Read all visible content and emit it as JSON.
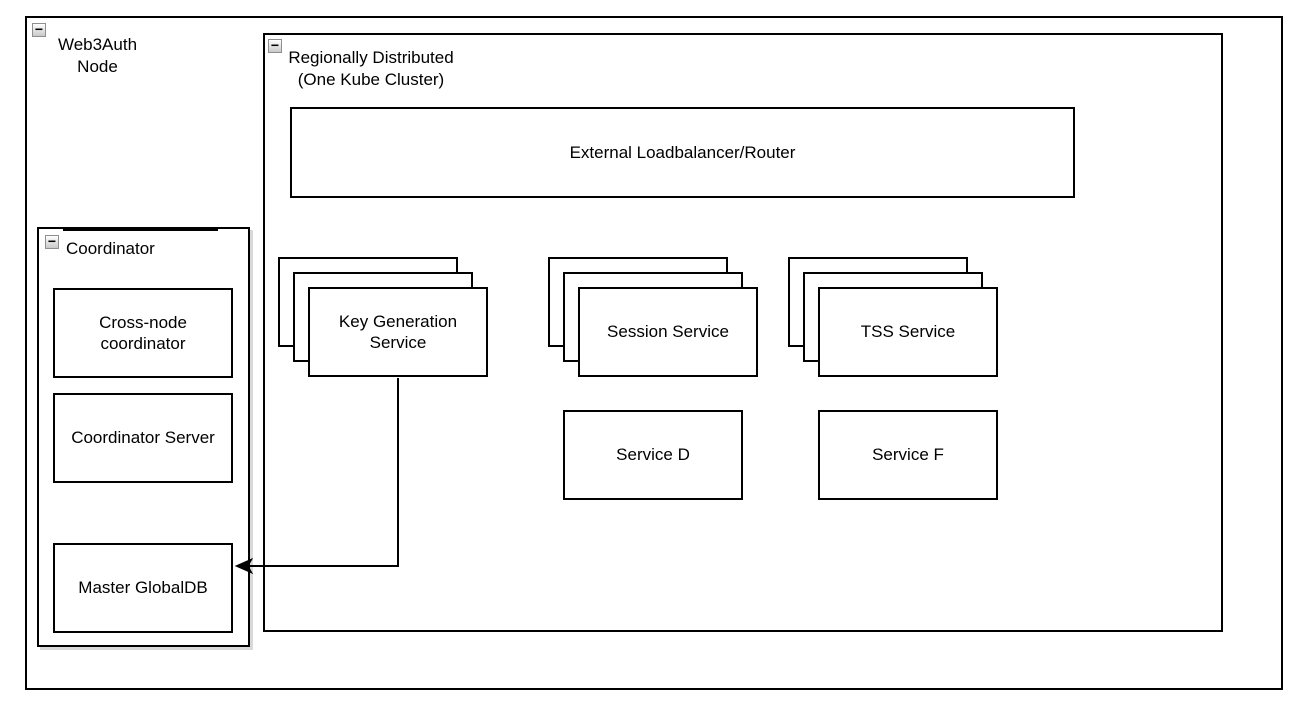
{
  "canvas": {
    "background": "#ffffff",
    "stroke_color": "#000000",
    "shadow_color": "#d9d9d9"
  },
  "icons": {
    "collapse_glyph": "−"
  },
  "groups": {
    "web3auth": {
      "label": "Web3Auth\nNode"
    },
    "regional": {
      "label": "Regionally Distributed\n(One Kube Cluster)"
    },
    "coordinator": {
      "label": "Coordinator"
    }
  },
  "nodes": {
    "loadbalancer": {
      "label": "External Loadbalancer/Router"
    },
    "keygen": {
      "label": "Key Generation\nService",
      "stacked_copies": 3
    },
    "session": {
      "label": "Session Service",
      "stacked_copies": 3
    },
    "tss": {
      "label": "TSS Service",
      "stacked_copies": 3
    },
    "service_d": {
      "label": "Service D"
    },
    "service_f": {
      "label": "Service F"
    },
    "cross_node": {
      "label": "Cross-node\ncoordinator"
    },
    "coordinator_server": {
      "label": "Coordinator Server"
    },
    "master_globaldb": {
      "label": "Master GlobalDB"
    }
  },
  "edges": [
    {
      "from": "Key Generation Service",
      "to": "Master GlobalDB",
      "style": "orthogonal",
      "arrow": "classic-filled"
    }
  ]
}
